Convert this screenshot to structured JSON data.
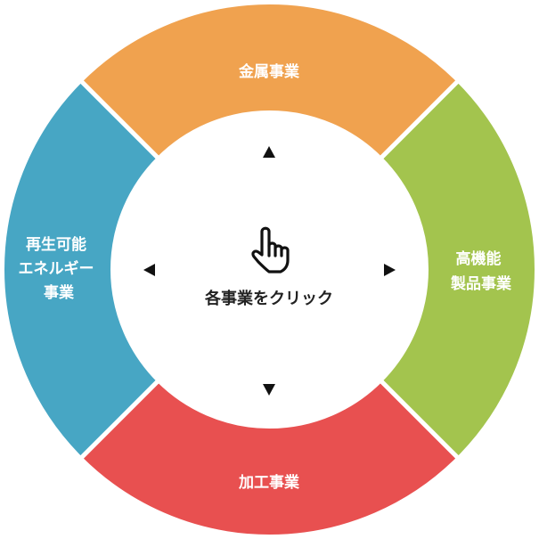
{
  "segments": [
    {
      "id": "metal",
      "label_lines": [
        "金属事業"
      ],
      "color": "#F0A24F"
    },
    {
      "id": "hifunc",
      "label_lines": [
        "高機能",
        "製品事業"
      ],
      "color": "#A3C44E"
    },
    {
      "id": "processing",
      "label_lines": [
        "加工事業"
      ],
      "color": "#E85050"
    },
    {
      "id": "renewable",
      "label_lines": [
        "再生可能",
        "エネルギー",
        "事業"
      ],
      "color": "#47A6C4"
    }
  ],
  "center": {
    "label": "各事業をクリック",
    "icon": "hand-pointer-icon",
    "background": "#ffffff"
  },
  "arrows": [
    "up",
    "right",
    "down",
    "left"
  ]
}
